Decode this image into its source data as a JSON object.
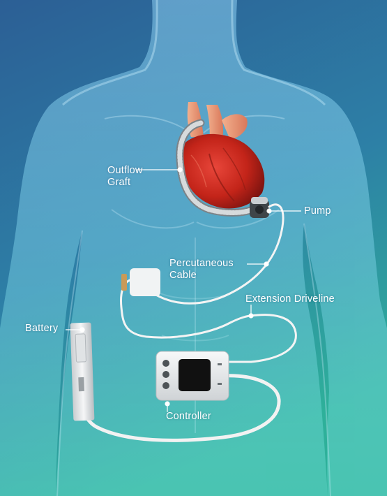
{
  "labels": {
    "outflow_graft": [
      "Outflow",
      "Graft"
    ],
    "pump": "Pump",
    "percutaneous_cable": [
      "Percutaneous",
      "Cable"
    ],
    "extension_driveline": "Extension Driveline",
    "battery": "Battery",
    "controller": "Controller"
  },
  "colors": {
    "background_top": "#2f6b9e",
    "background_bottom": "#2fa09a",
    "heart": "#c8251f",
    "cable": "#f4f4f4",
    "controller_body": "#eceef0",
    "controller_screen": "#111111",
    "label_text": "#ffffff"
  }
}
